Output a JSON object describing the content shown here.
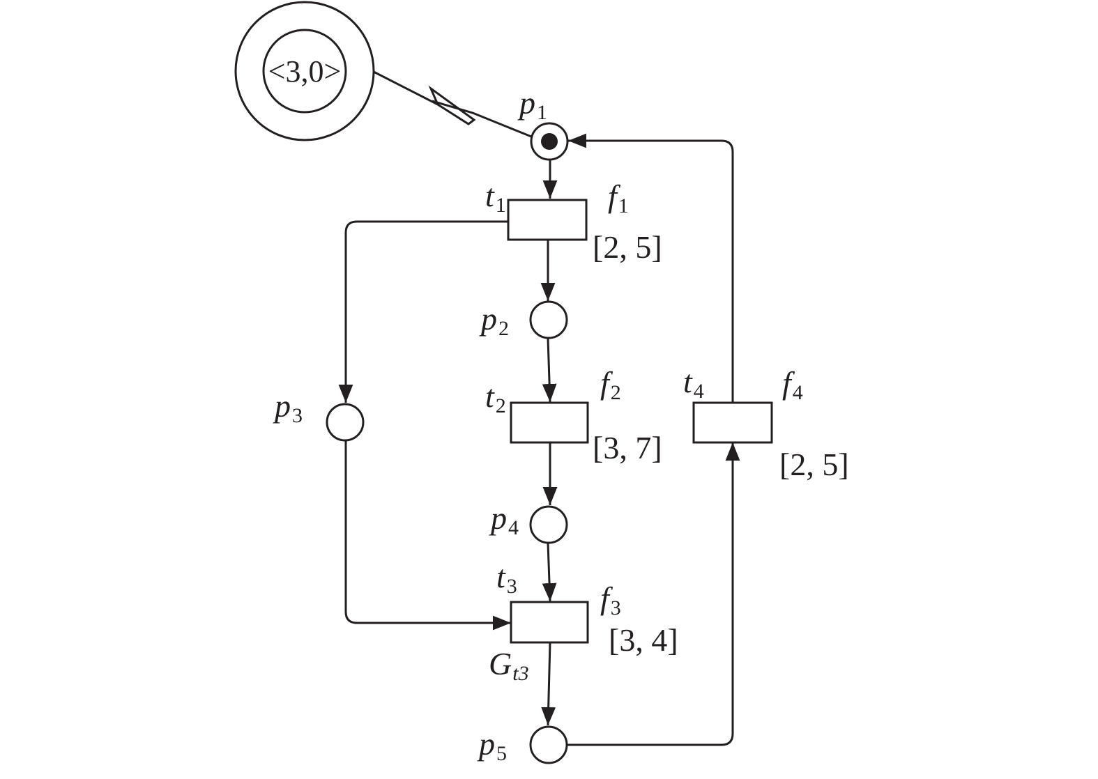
{
  "token_label": "<3,0>",
  "places": [
    {
      "id": "p1",
      "name": "p",
      "sub": "1",
      "marked": true
    },
    {
      "id": "p2",
      "name": "p",
      "sub": "2",
      "marked": false
    },
    {
      "id": "p3",
      "name": "p",
      "sub": "3",
      "marked": false
    },
    {
      "id": "p4",
      "name": "p",
      "sub": "4",
      "marked": false
    },
    {
      "id": "p5",
      "name": "p",
      "sub": "5",
      "marked": false
    }
  ],
  "transitions": [
    {
      "id": "t1",
      "name": "t",
      "sub": "1",
      "func": "f",
      "func_sub": "1",
      "interval": "[2, 5]"
    },
    {
      "id": "t2",
      "name": "t",
      "sub": "2",
      "func": "f",
      "func_sub": "2",
      "interval": "[3, 7]"
    },
    {
      "id": "t3",
      "name": "t",
      "sub": "3",
      "func": "f",
      "func_sub": "3",
      "interval": "[3, 4]",
      "guard": "G",
      "guard_sub": "t3"
    },
    {
      "id": "t4",
      "name": "t",
      "sub": "4",
      "func": "f",
      "func_sub": "4",
      "interval": "[2, 5]"
    }
  ]
}
